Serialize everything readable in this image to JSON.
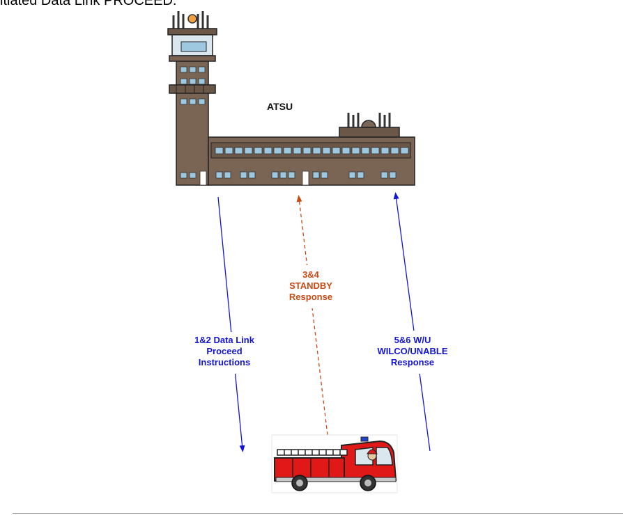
{
  "heading": "itiated Data Link PROCEED.",
  "atsu_label": "ATSU",
  "messages": {
    "proceed": {
      "line1": "1&2 Data Link",
      "line2": "Proceed",
      "line3": "Instructions"
    },
    "standby": {
      "line1": "3&4",
      "line2": "STANDBY",
      "line3": "Response"
    },
    "wilco": {
      "line1": "5&6 W/U",
      "line2": "WILCO/UNABLE",
      "line3": "Response"
    }
  },
  "colors": {
    "uplink": "#1414d6",
    "standby": "#c84a14",
    "building": "#7a6555",
    "truck": "#e01818"
  }
}
